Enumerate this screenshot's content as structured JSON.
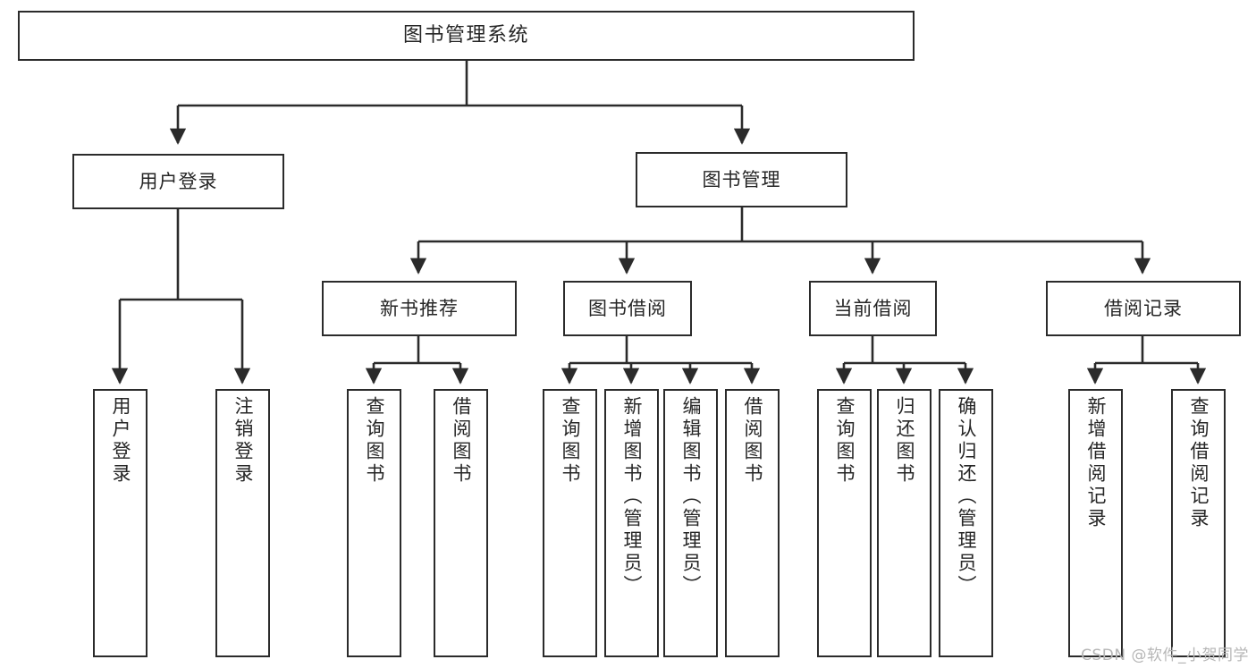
{
  "diagram": {
    "title": "图书管理系统",
    "type": "tree",
    "watermark": "CSDN @软件_小贺同学",
    "line_color": "#2b2b2b",
    "box_fill": "#ffffff",
    "text_color": "#262626",
    "watermark_color": "#b6b6b6"
  },
  "nodes": {
    "root": {
      "label": "图书管理系统"
    },
    "level1": [
      {
        "label": "用户登录"
      },
      {
        "label": "图书管理"
      }
    ],
    "level2": [
      {
        "label": "新书推荐"
      },
      {
        "label": "图书借阅"
      },
      {
        "label": "当前借阅"
      },
      {
        "label": "借阅记录"
      }
    ],
    "leaves": {
      "user_login": [
        {
          "label": "用户登录"
        },
        {
          "label": "注销登录"
        }
      ],
      "new_book_recommend": [
        {
          "label": "查询图书"
        },
        {
          "label": "借阅图书"
        }
      ],
      "book_borrow": [
        {
          "label": "查询图书"
        },
        {
          "label": "新增图书（管理员）"
        },
        {
          "label": "编辑图书（管理员）"
        },
        {
          "label": "借阅图书"
        }
      ],
      "current_borrow": [
        {
          "label": "查询图书"
        },
        {
          "label": "归还图书"
        },
        {
          "label": "确认归还（管理员）"
        }
      ],
      "borrow_record": [
        {
          "label": "新增借阅记录"
        },
        {
          "label": "查询借阅记录"
        }
      ]
    }
  }
}
